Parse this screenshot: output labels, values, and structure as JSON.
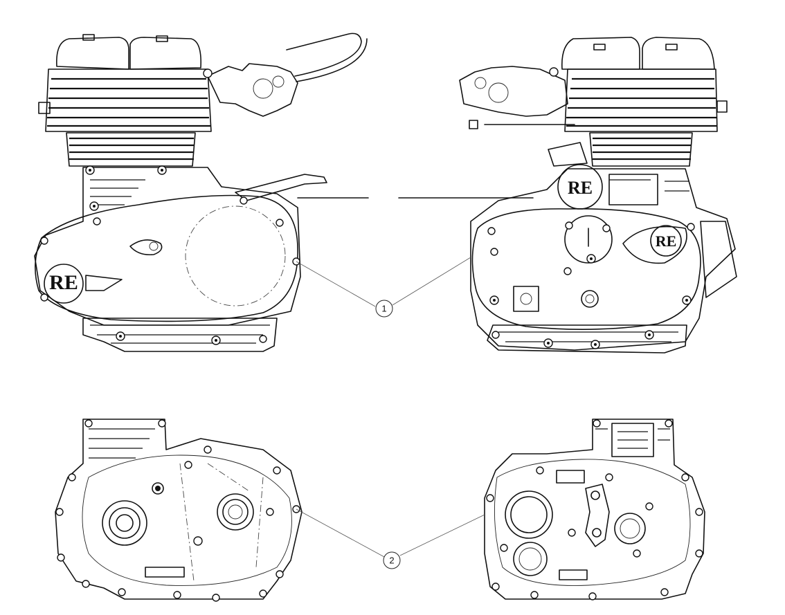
{
  "diagram": {
    "callouts": [
      {
        "id": "callout-1",
        "label": "1"
      },
      {
        "id": "callout-2",
        "label": "2"
      }
    ],
    "views": [
      {
        "id": "engine-left-assembled",
        "logo": "RE"
      },
      {
        "id": "engine-right-assembled",
        "logo": "RE"
      },
      {
        "id": "crankcase-left-bare"
      },
      {
        "id": "crankcase-right-bare"
      }
    ]
  }
}
